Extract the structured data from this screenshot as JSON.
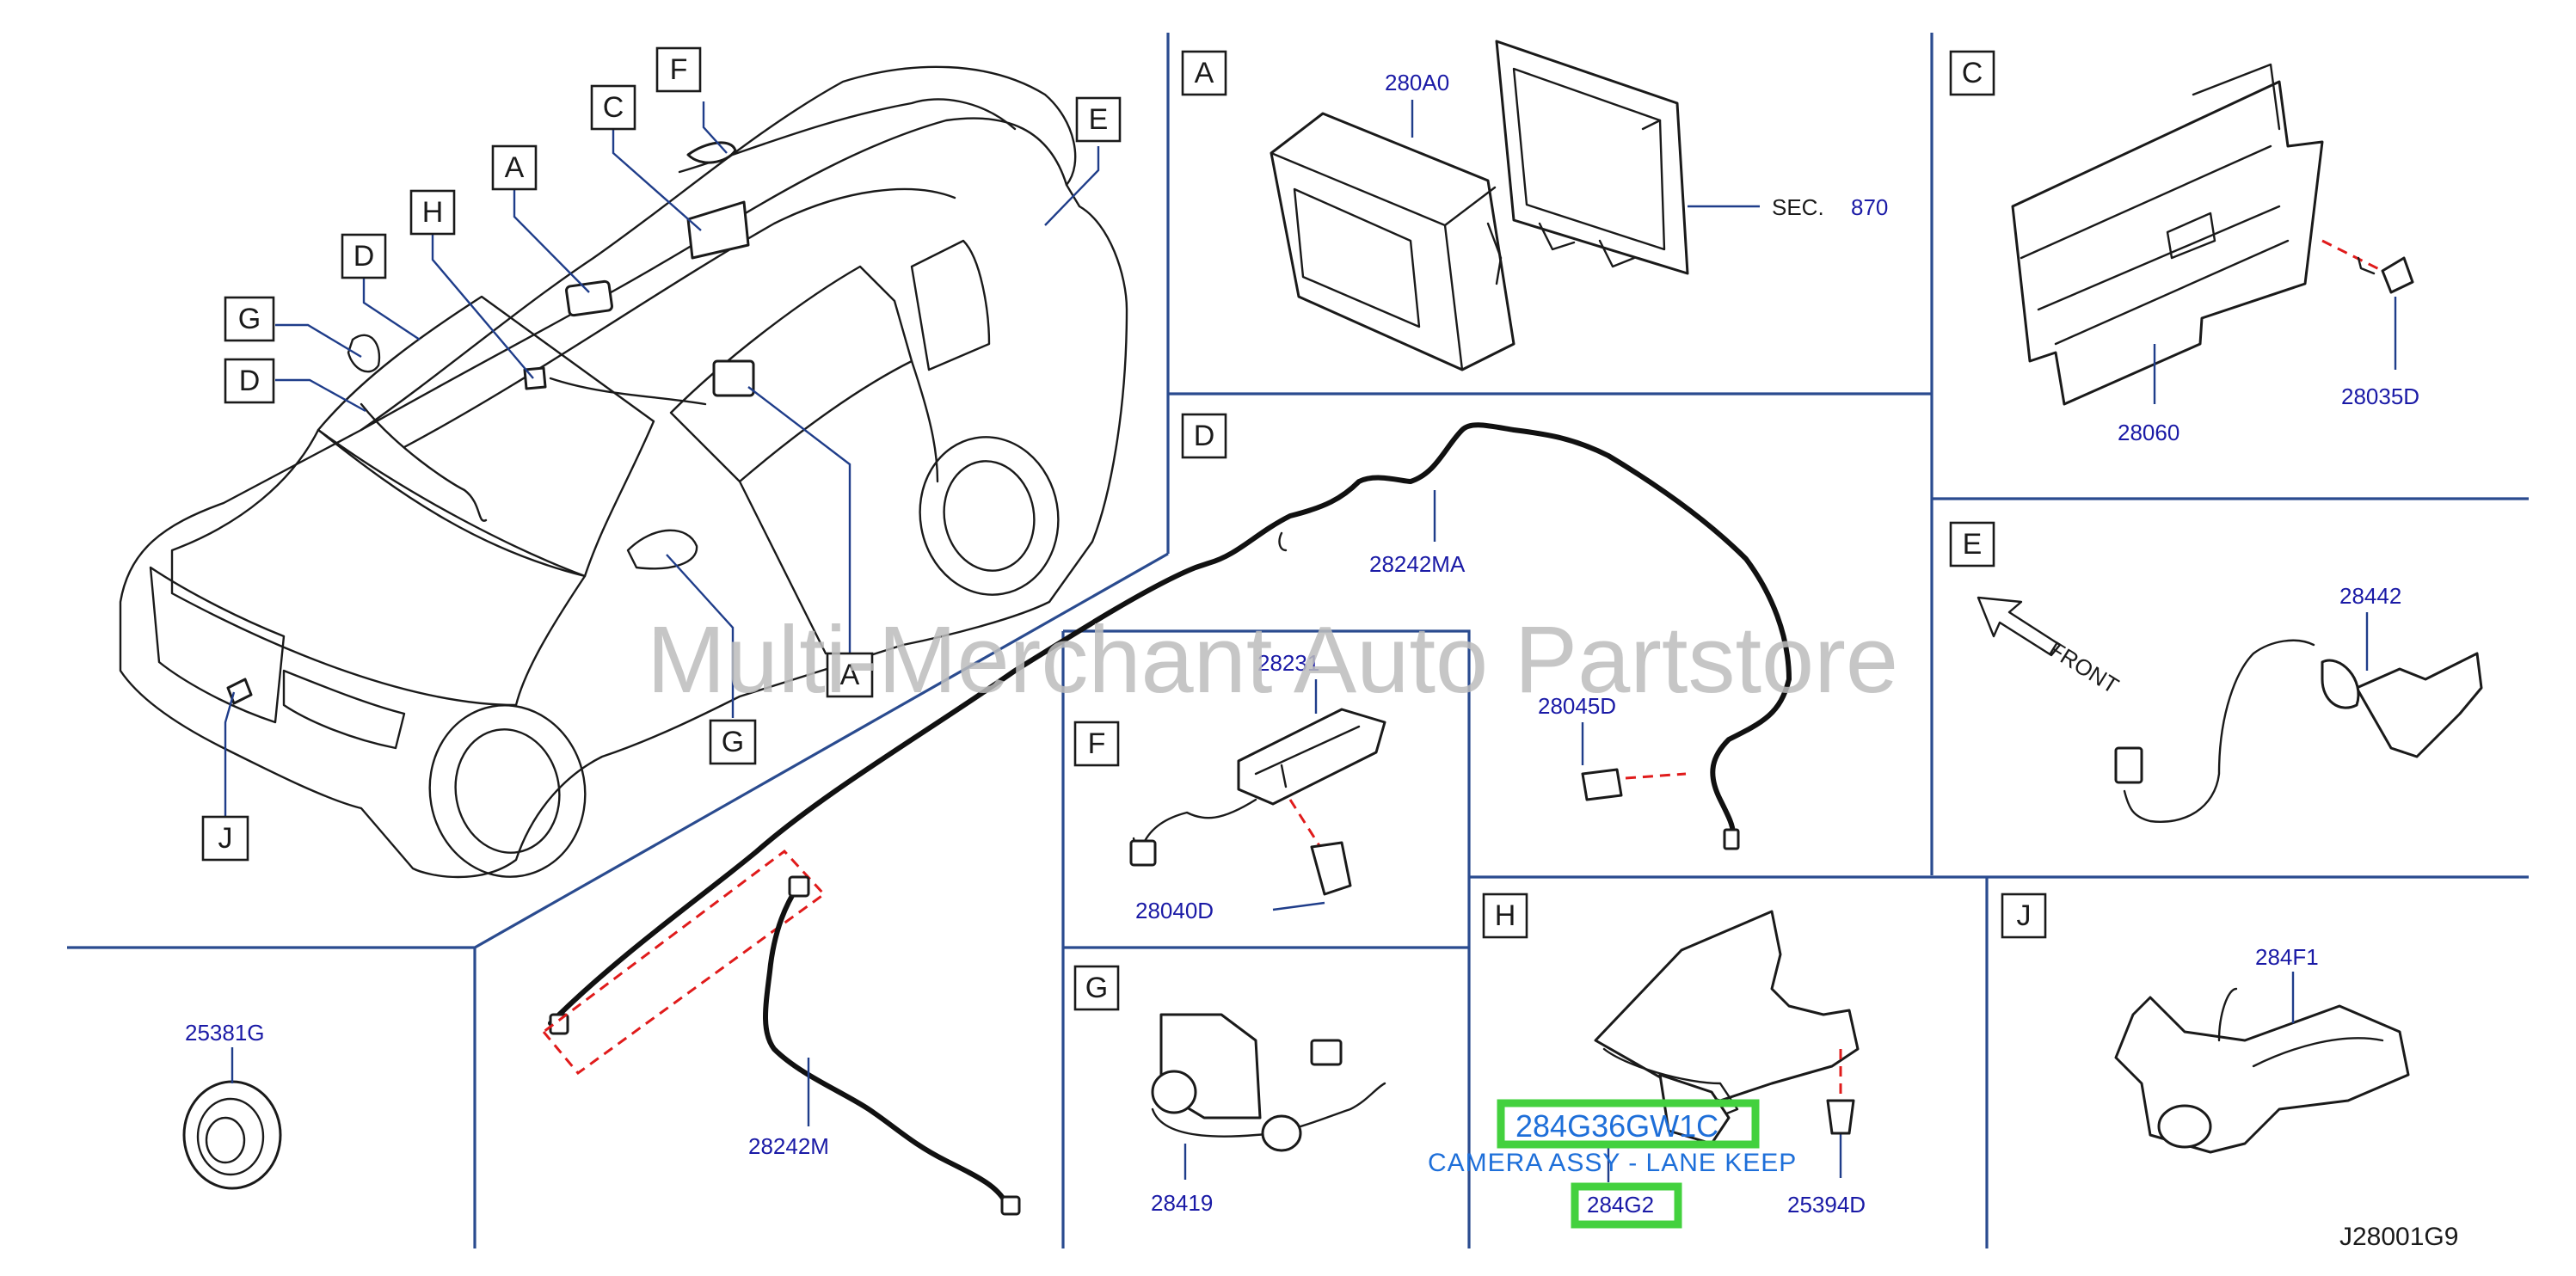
{
  "diagram_code": "J28001G9",
  "watermark": "Multi-Merchant Auto Partstore",
  "overview_callouts": {
    "F": "F",
    "C": "C",
    "A_top": "A",
    "E": "E",
    "H": "H",
    "D_top": "D",
    "G_top": "G",
    "D_low": "D",
    "A_low": "A",
    "G_low": "G",
    "J": "J"
  },
  "sections": {
    "A": {
      "letter": "A",
      "parts": [
        "280A0"
      ],
      "sec_label": "SEC.",
      "sec_number": "870"
    },
    "C": {
      "letter": "C",
      "parts": [
        "28060",
        "28035D"
      ]
    },
    "D": {
      "letter": "D",
      "parts": [
        "28242MA",
        "28045D"
      ]
    },
    "E": {
      "letter": "E",
      "parts": [
        "28442"
      ],
      "front_label": "FRONT"
    },
    "F": {
      "letter": "F",
      "parts": [
        "28231",
        "28040D"
      ]
    },
    "G": {
      "letter": "G",
      "parts": [
        "28419"
      ]
    },
    "H": {
      "letter": "H",
      "parts": [
        "284G2",
        "25394D"
      ],
      "highlight_part_number": "284G36GW1C",
      "highlight_description": "CAMERA ASSY - LANE KEEP"
    },
    "J": {
      "letter": "J",
      "parts": [
        "284F1"
      ]
    },
    "lower_left": {
      "parts": [
        "25381G",
        "28242M"
      ]
    }
  },
  "colors": {
    "part_number": "#1a1aa6",
    "divider": "#2a4b8f",
    "highlight": "#43d13e",
    "highlight_text": "#1e6fd9",
    "watermark": "#bdbdbd"
  }
}
